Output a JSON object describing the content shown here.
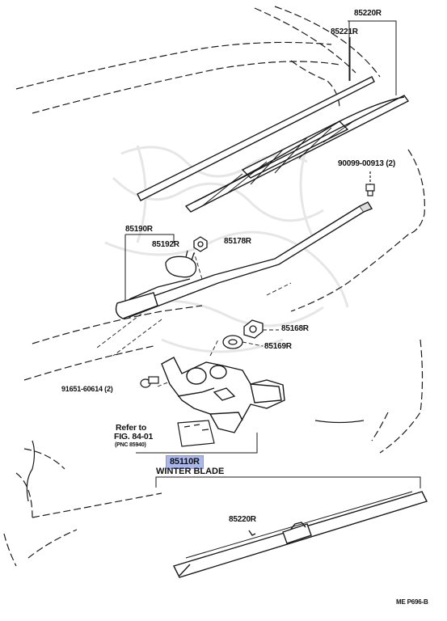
{
  "parts": {
    "p85220R_top": "85220R",
    "p85221R": "85221R",
    "p90099": "90099-00913 (2)",
    "p85190R": "85190R",
    "p85192R": "85192R",
    "p85178R": "85178R",
    "p85168R": "85168R",
    "p85169R": "85169R",
    "p91651": "91651-60614 (2)",
    "refer_line1": "Refer to",
    "refer_line2": "FIG. 84-01",
    "refer_line3": "(PNC 85940)",
    "p85110R": "85110R",
    "winter_blade": "WINTER BLADE",
    "p85220R_bottom": "85220R",
    "page_code": "ME P696-B"
  },
  "colors": {
    "line": "#1a1a1a",
    "highlight": "#a9b7ea",
    "watermark": "#e4e4e4"
  }
}
